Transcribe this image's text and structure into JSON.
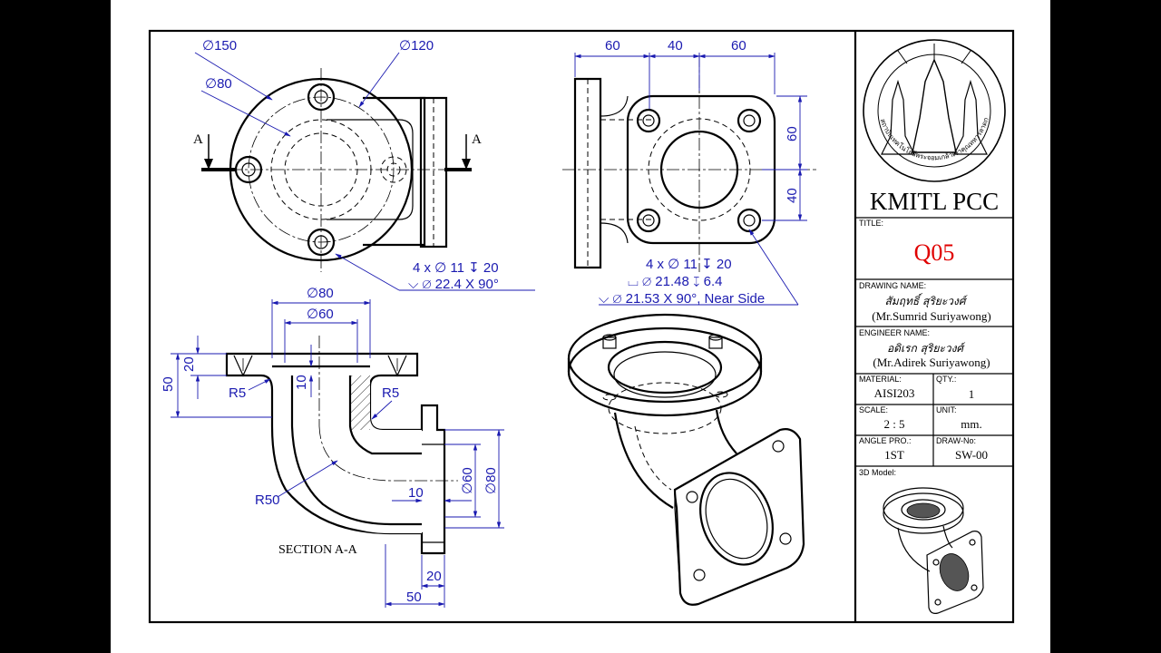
{
  "dims": {
    "top_d150": "∅150",
    "top_d120": "∅120",
    "top_d80": "∅80",
    "section_a": "A",
    "hole_note_1": "4 x ∅ 11 ↧ 20",
    "hole_note_2": "⌵ ∅ 22.4 X 90°",
    "right_60a": "60",
    "right_40": "40",
    "right_60b": "60",
    "right_v60": "60",
    "right_v40": "40",
    "right_note_1": "4 x ∅ 11 ↧ 20",
    "right_note_2": "⌴ ∅ 21.48 ↧ 6.4",
    "right_note_3": "⌵ ∅ 21.53 X 90°, Near Side",
    "sec_d80": "∅80",
    "sec_d60": "∅60",
    "sec_50": "50",
    "sec_20": "20",
    "sec_10": "10",
    "sec_r5a": "R5",
    "sec_r5b": "R5",
    "sec_r50": "R50",
    "sec_10b": "10",
    "sec_vd60": "∅60",
    "sec_vd80": "∅80",
    "sec_b20": "20",
    "sec_b50": "50",
    "section_label": "SECTION A-A"
  },
  "title_block": {
    "company": "KMITL PCC",
    "title_label": "TITLE:",
    "title": "Q05",
    "drawing_name_label": "DRAWING NAME:",
    "drawer_sign": "สัมฤทธิ์ สุริยะวงศ์",
    "drawer": "(Mr.Sumrid Suriyawong)",
    "engineer_label": "ENGINEER NAME:",
    "engineer_sign": "อดิเรก สุริยะวงศ์",
    "engineer": "(Mr.Adirek Suriyawong)",
    "material_label": "MATERIAL:",
    "material": "AISI203",
    "qty_label": "QTY.:",
    "qty": "1",
    "scale_label": "SCALE:",
    "scale": "2 : 5",
    "unit_label": "UNIT:",
    "unit": "mm.",
    "angle_label": "ANGLE PRO.:",
    "angle": "1ST",
    "drawno_label": "DRAW-No:",
    "drawno": "SW-00",
    "model_label": "3D Model:",
    "seal_text": "สถาบันเทคโนโลยีพระจอมเกล้าเจ้าคุณทหารลาดกระบัง"
  },
  "colors": {
    "dimension": "#1a1ab0",
    "title": "#e00000",
    "background": "#000000",
    "sheet": "#ffffff"
  }
}
